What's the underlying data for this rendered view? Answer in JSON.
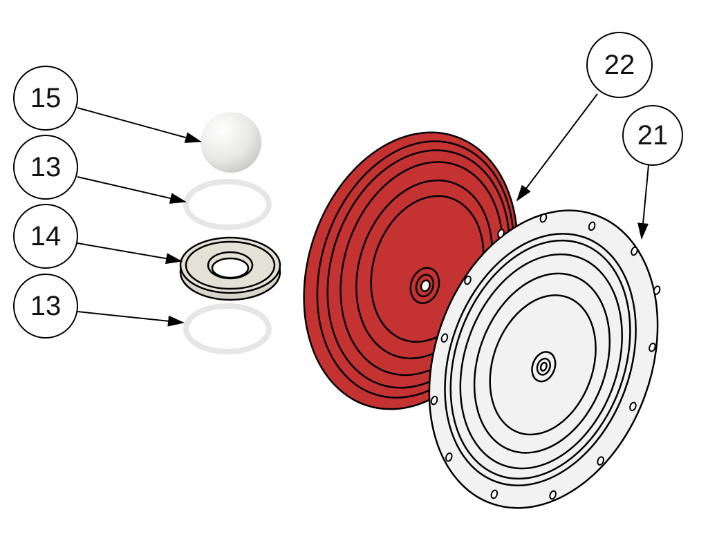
{
  "callouts": [
    {
      "id": "ball",
      "label": "15"
    },
    {
      "id": "oring-top",
      "label": "13"
    },
    {
      "id": "seat",
      "label": "14"
    },
    {
      "id": "oring-bottom",
      "label": "13"
    },
    {
      "id": "diaphragm",
      "label": "22"
    },
    {
      "id": "backup-plate",
      "label": "21"
    }
  ],
  "colors": {
    "diaphragm": "#c43232",
    "plate": "#f2f2f2",
    "seat": "#e4e1d6",
    "ring": "#eeeeee",
    "line": "#000000"
  }
}
